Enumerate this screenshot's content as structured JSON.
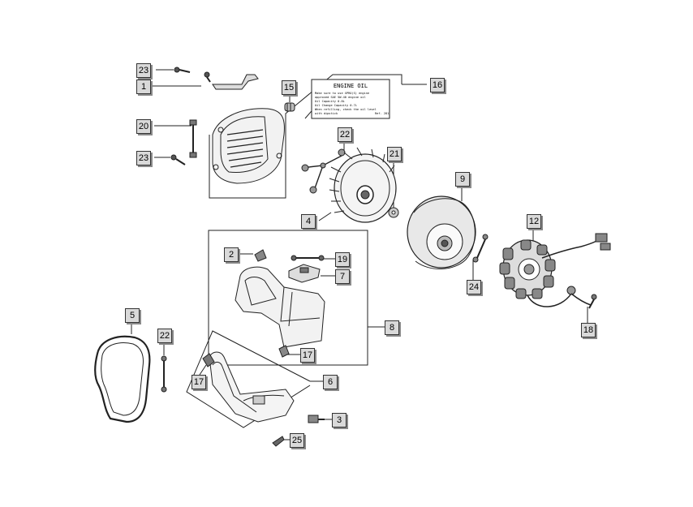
{
  "callouts": [
    {
      "id": "c-23-top",
      "num": "23"
    },
    {
      "id": "c-1",
      "num": "1"
    },
    {
      "id": "c-15",
      "num": "15"
    },
    {
      "id": "c-16",
      "num": "16"
    },
    {
      "id": "c-20",
      "num": "20"
    },
    {
      "id": "c-23-mid",
      "num": "23"
    },
    {
      "id": "c-22-top",
      "num": "22"
    },
    {
      "id": "c-21",
      "num": "21"
    },
    {
      "id": "c-9",
      "num": "9"
    },
    {
      "id": "c-4",
      "num": "4"
    },
    {
      "id": "c-12",
      "num": "12"
    },
    {
      "id": "c-2",
      "num": "2"
    },
    {
      "id": "c-19",
      "num": "19"
    },
    {
      "id": "c-7",
      "num": "7"
    },
    {
      "id": "c-24",
      "num": "24"
    },
    {
      "id": "c-5",
      "num": "5"
    },
    {
      "id": "c-8",
      "num": "8"
    },
    {
      "id": "c-18",
      "num": "18"
    },
    {
      "id": "c-22-bot",
      "num": "22"
    },
    {
      "id": "c-17-right",
      "num": "17"
    },
    {
      "id": "c-6",
      "num": "6"
    },
    {
      "id": "c-17-left",
      "num": "17"
    },
    {
      "id": "c-3",
      "num": "3"
    },
    {
      "id": "c-25",
      "num": "25"
    }
  ],
  "oil_label": {
    "title": "ENGINE OIL",
    "lines": [
      "Make sure to use XPRO(S) engine",
      "approved SAE 5W-40 engine oil",
      "Oil Capacity 0.8L",
      "Oil Change Capacity 0.7L",
      "When refilling, check the oil level",
      "with dipstick",
      "Ref. 281"
    ]
  }
}
